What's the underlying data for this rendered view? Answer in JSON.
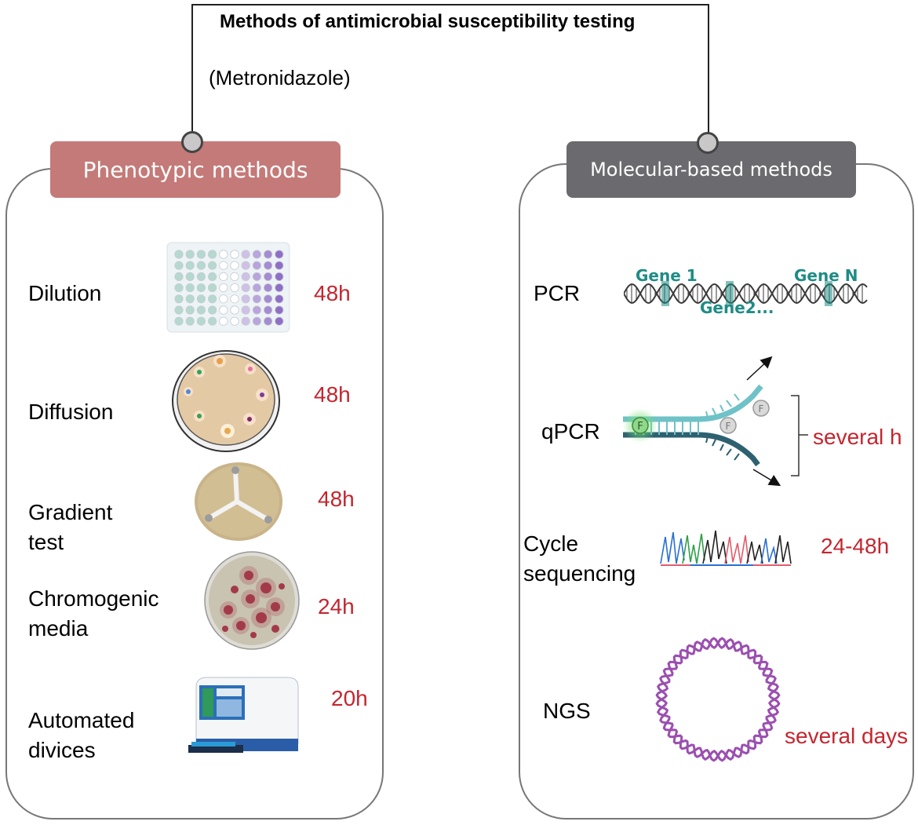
{
  "title": "Methods of antimicrobial susceptibility testing",
  "subtitle": "(Metronidazole)",
  "phenotypic": {
    "header": "Phenotypic methods",
    "items": [
      {
        "label": "Dilution",
        "time": "48h"
      },
      {
        "label": "Diffusion",
        "time": "48h"
      },
      {
        "label_line1": "Gradient",
        "label_line2": "test",
        "time": "48h"
      },
      {
        "label_line1": "Chromogenic",
        "label_line2": "media",
        "time": "24h"
      },
      {
        "label_line1": "Automated",
        "label_line2": "divices",
        "time": "20h"
      }
    ]
  },
  "molecular": {
    "header": "Molecular-based methods",
    "items": [
      {
        "label": "PCR",
        "genes": [
          "Gene 1",
          "Gene2...",
          "Gene N"
        ]
      },
      {
        "label": "qPCR",
        "time": "several h",
        "probe_letter": "F"
      },
      {
        "label_line1": "Cycle",
        "label_line2": "sequencing",
        "time": "24-48h"
      },
      {
        "label": "NGS",
        "time": "several days"
      }
    ]
  },
  "colors": {
    "phenotypic_header": "#c47a78",
    "molecular_header": "#6b6a6e",
    "time_text": "#c4262f",
    "gene_text": "#1f8c85",
    "dna_ring": "#9b4fb0"
  }
}
